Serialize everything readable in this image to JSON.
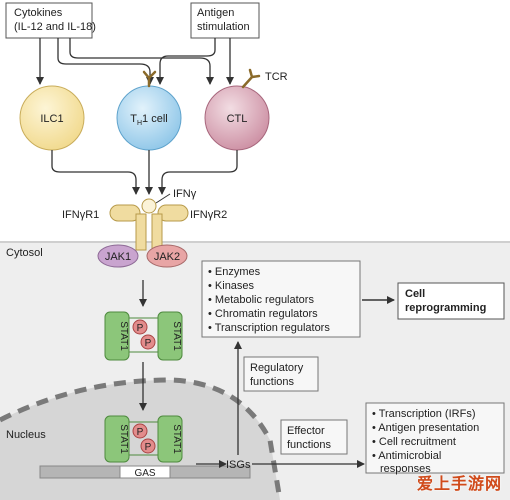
{
  "inputs": {
    "cytokines": [
      "Cytokines",
      "(IL-12 and IL-18)"
    ],
    "antigen": [
      "Antigen",
      "stimulation"
    ]
  },
  "cells": {
    "ilc1": "ILC1",
    "th1_main": "T",
    "th1_sub": "H",
    "th1_rest": "1 cell",
    "ctl": "CTL",
    "tcr": "TCR"
  },
  "receptor": {
    "ifng": "IFNγ",
    "r1": "IFNγR1",
    "r2": "IFNγR2",
    "jak1": "JAK1",
    "jak2": "JAK2"
  },
  "compartments": {
    "cytosol": "Cytosol",
    "nucleus": "Nucleus"
  },
  "signaling": {
    "stat1": "STAT1",
    "p": "P",
    "gas": "GAS",
    "isgs": "ISGs"
  },
  "regulators_box": [
    "• Enzymes",
    "• Kinases",
    "• Metabolic regulators",
    "• Chromatin regulators",
    "• Transcription regulators"
  ],
  "outcome": [
    "Cell",
    "reprogramming"
  ],
  "regulatory_functions": [
    "Regulatory",
    "functions"
  ],
  "effector_functions": [
    "Effector",
    "functions"
  ],
  "effector_box": [
    "• Transcription (IRFs)",
    "• Antigen presentation",
    "• Cell recruitment",
    "• Antimicrobial",
    "responses"
  ],
  "watermark": "爱上手游网",
  "colors": {
    "ilc1": "#f6e3a6",
    "th1": "#a9d4ee",
    "ctl": "#d9a5b5",
    "jak": "#c9a4cf",
    "jak2": "#e8a5a5",
    "stat": "#8cc67a",
    "phospho": "#e28c8c",
    "cytosol": "#eeeeee",
    "nucleus": "#dcdcdc",
    "receptor": "#f0dca0"
  }
}
